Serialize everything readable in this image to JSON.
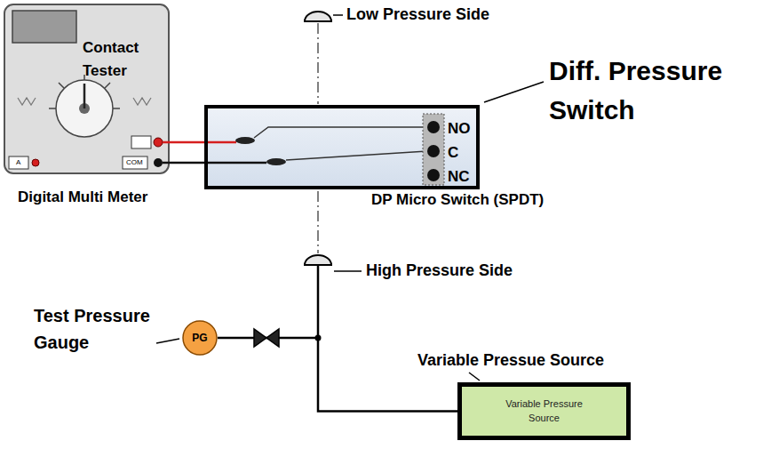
{
  "diagram": {
    "nodes": [
      {
        "text": [
          "Contact Tester"
        ]
      },
      {
        "text": [
          "NO",
          "C",
          "NC"
        ]
      },
      {
        "text": [
          "PG"
        ]
      },
      {
        "text": [
          "Variable Pressure Source"
        ]
      }
    ],
    "edges": [
      {
        "from": 0,
        "to": 1,
        "arrow": "none"
      },
      {
        "from": 0,
        "to": 1,
        "arrow": "none"
      },
      {
        "from": 2,
        "to": 3,
        "arrow": "none"
      }
    ],
    "labels": [
      "Low Pressure Side",
      "Diff. Pressure Switch",
      "Digital Multi Meter",
      "DP Micro Switch (SPDT)",
      "High Pressure Side",
      "Test Pressure Gauge",
      "Variable Pressue Source",
      "COM",
      "A"
    ]
  }
}
